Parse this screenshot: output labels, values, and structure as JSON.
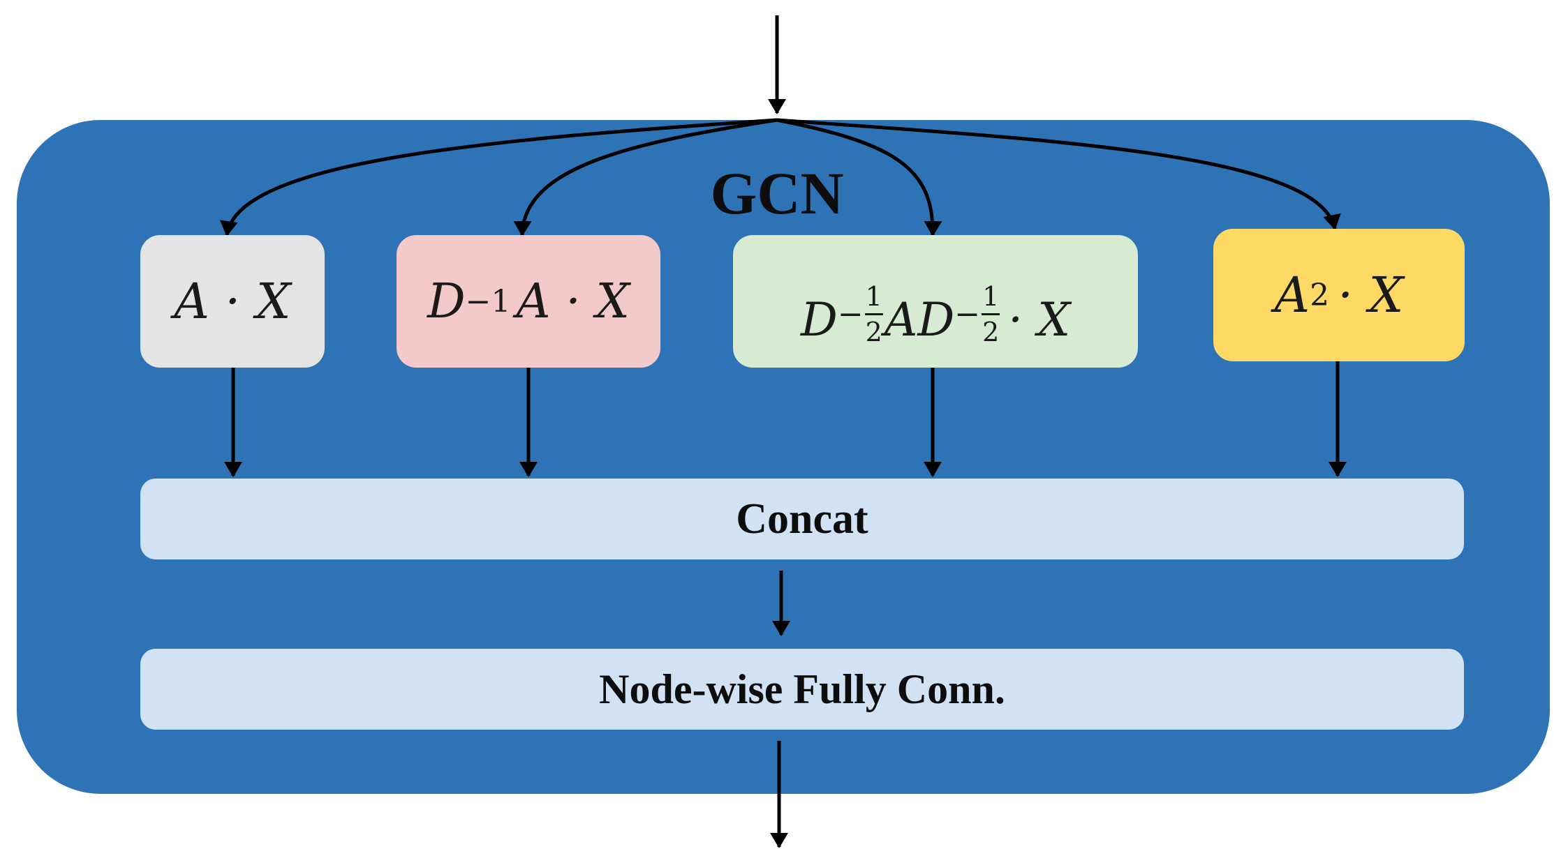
{
  "diagram": {
    "title": "GCN",
    "operations": [
      {
        "id": "ax",
        "base": "A · X",
        "color": "#e4e4e4"
      },
      {
        "id": "d-inv-ax",
        "base_before": "D",
        "sup": "−1",
        "base_after": "A · X",
        "color": "#f4c9c9"
      },
      {
        "id": "sym-norm",
        "part1": "D",
        "sup_sign": "−",
        "frac_num": "1",
        "frac_den": "2",
        "part2": "AD",
        "part3": "· X",
        "color": "#d6ebd2"
      },
      {
        "id": "a2x",
        "base_before": "A",
        "sup": "2",
        "base_after": "· X",
        "color": "#ffd966"
      }
    ],
    "concat_label": "Concat",
    "fc_label": "Node-wise Fully Conn.",
    "colors": {
      "panel": "#2e73b6",
      "bar": "#d0e2f4",
      "arrow": "#000000"
    }
  }
}
